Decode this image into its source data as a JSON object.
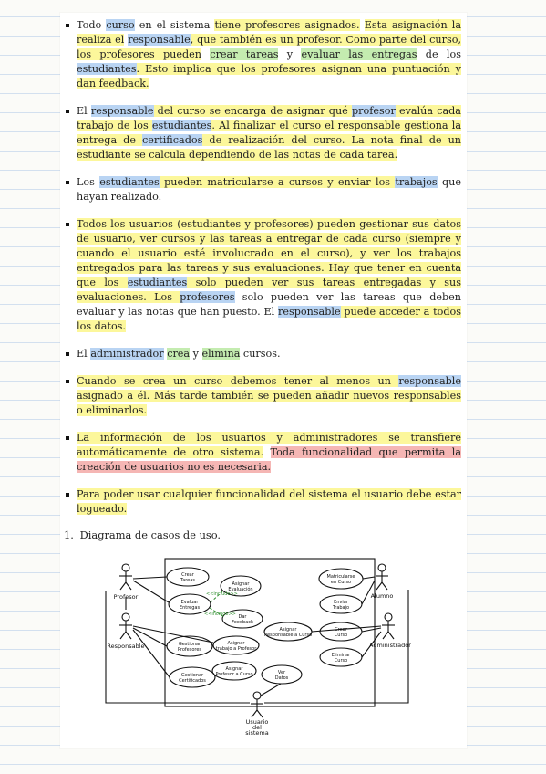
{
  "bullets": [
    [
      {
        "t": "Todo "
      },
      {
        "t": "curso",
        "h": "hb"
      },
      {
        "t": " en el sistema "
      },
      {
        "t": "tiene profesores asignados.",
        "h": "hy"
      },
      {
        "t": " "
      },
      {
        "t": "Esta asignación la realiza el",
        "h": "hy"
      },
      {
        "t": " "
      },
      {
        "t": "responsable",
        "h": "hb"
      },
      {
        "t": ", que también es un profesor. Como parte del curso, los profesores ",
        "h": "hy"
      },
      {
        "t": "pueden",
        "h": "hy"
      },
      {
        "t": " "
      },
      {
        "t": "crear tareas",
        "h": "hg"
      },
      {
        "t": " y "
      },
      {
        "t": "evaluar las entregas",
        "h": "hg"
      },
      {
        "t": " de los "
      },
      {
        "t": "estudiantes",
        "h": "hb"
      },
      {
        "t": ". Esto implica que los profesores asignan una puntuación y dan feedback.",
        "h": "hy"
      }
    ],
    [
      {
        "t": "El "
      },
      {
        "t": "responsable",
        "h": "hb"
      },
      {
        "t": " del curso se encarga de asignar qué ",
        "h": "hy"
      },
      {
        "t": "profesor",
        "h": "hb"
      },
      {
        "t": " evalúa cada trabajo de los ",
        "h": "hy"
      },
      {
        "t": "estudiantes",
        "h": "hb"
      },
      {
        "t": ".",
        "h": "hy"
      },
      {
        "t": " Al finalizar el curso el responsable gestiona la entrega de ",
        "h": "hy"
      },
      {
        "t": "certificados",
        "h": "hb"
      },
      {
        "t": " de realización del curso. La nota final de un estudiante se calcula dependiendo de las notas de cada tarea.",
        "h": "hy"
      }
    ],
    [
      {
        "t": "Los "
      },
      {
        "t": "estudiantes",
        "h": "hb"
      },
      {
        "t": " pueden matricularse a cursos y enviar los ",
        "h": "hy"
      },
      {
        "t": "trabajos",
        "h": "hb"
      },
      {
        "t": " que hayan realizado."
      }
    ],
    [
      {
        "t": "Todos los usuarios",
        "h": "hy"
      },
      {
        "t": " (estudiantes y profesores) ",
        "h": "hy"
      },
      {
        "t": "pueden gestionar sus datos de usuario, ver cursos y las tareas a entregar de cada curso (siempre y cuando el usuario esté involucrado en el curso), y ver los trabajos entregados para las tareas y sus evaluaciones. Hay que tener en cuenta que los ",
        "h": "hy"
      },
      {
        "t": "estudiantes",
        "h": "hb"
      },
      {
        "t": " solo pueden ver sus tareas entregadas y sus evaluaciones. Los ",
        "h": "hy"
      },
      {
        "t": "profesores",
        "h": "hb"
      },
      {
        "t": " solo pueden ver las tareas que deben evaluar y las notas que han puesto. El "
      },
      {
        "t": "responsable",
        "h": "hb"
      },
      {
        "t": " puede acceder a todos los datos.",
        "h": "hy"
      }
    ],
    [
      {
        "t": "El "
      },
      {
        "t": "administrador",
        "h": "hb"
      },
      {
        "t": " "
      },
      {
        "t": "crea",
        "h": "hg"
      },
      {
        "t": " y "
      },
      {
        "t": "elimina",
        "h": "hg"
      },
      {
        "t": " cursos."
      }
    ],
    [
      {
        "t": "Cuando se crea un curso debemos tener al menos un ",
        "h": "hy"
      },
      {
        "t": "responsable",
        "h": "hb"
      },
      {
        "t": " asignado a él. Más tarde también se pueden añadir nuevos responsables o eliminarlos.",
        "h": "hy"
      }
    ],
    [
      {
        "t": "La información de los usuarios y administradores se transfiere automáticamente de otro sistema.",
        "h": "hy"
      },
      {
        "t": " "
      },
      {
        "t": "Toda funcionalidad que permita la creación de usuarios no es necesaria.",
        "h": "hr"
      }
    ],
    [
      {
        "t": "Para poder usar cualquier funcionalidad del sistema el usuario debe estar logueado.",
        "h": "hy"
      }
    ]
  ],
  "section": {
    "number": "1.",
    "title": "Diagrama de casos de uso."
  },
  "diagram": {
    "actors": {
      "profesor": "Profesor",
      "responsable": "Responsable",
      "alumno": "Alumno",
      "administrador": "Administrador",
      "usuario": [
        "Usuario",
        "del",
        "sistema"
      ]
    },
    "cases": {
      "crear_tareas": [
        "Crear",
        "Tareas"
      ],
      "evaluar_entregas": [
        "Evaluar",
        "Entregas"
      ],
      "asignar_evaluacion": [
        "Asignar",
        "Evaluación"
      ],
      "dar_feedback": [
        "Dar",
        "Feedback"
      ],
      "gestionar_profesores": [
        "Gestionar",
        "Profesores"
      ],
      "asignar_trabajos": [
        "Asignar",
        "trabajo a Profesor"
      ],
      "asignar_profesor": [
        "Asignar",
        "Profesor a Curso"
      ],
      "gestionar_certificados": [
        "Gestionar",
        "Certificados"
      ],
      "ver_datos": [
        "Ver",
        "Datos"
      ],
      "matricularse": [
        "Matricularse",
        "en Curso"
      ],
      "enviar_trabajo": [
        "Enviar",
        "Trabajo"
      ],
      "asignar_responsable": [
        "Asignar",
        "Responsable a Curso"
      ],
      "crear_curso": [
        "Crear",
        "Curso"
      ],
      "eliminar_curso": [
        "Eliminar",
        "Curso"
      ]
    },
    "include_label": "<<include>>"
  }
}
